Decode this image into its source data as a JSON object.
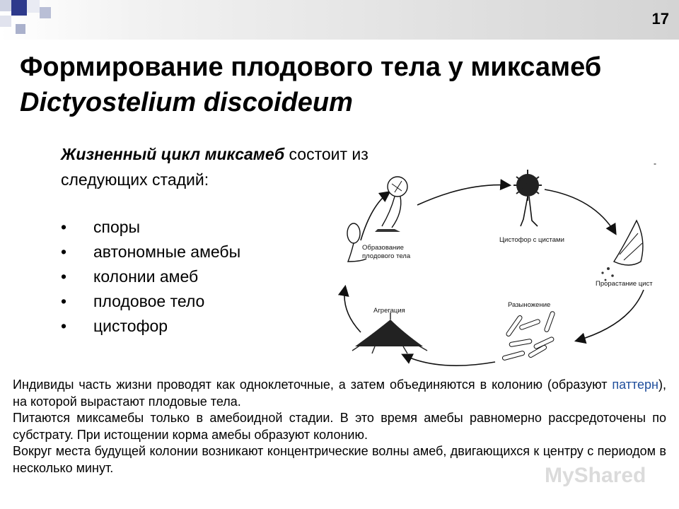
{
  "slide": {
    "page_number": "17",
    "title_plain": "Формирование плодового тела у миксамеб ",
    "title_italic": "Dictyostelium discoideum"
  },
  "intro": {
    "bold_part": "Жизненный цикл миксамеб",
    "rest": " состоит из следующих стадий:"
  },
  "stages": [
    "споры",
    "автономные амебы",
    "колонии амеб",
    "плодовое тело",
    "цистофор"
  ],
  "bullet_glyph": "•",
  "diagram": {
    "labels": {
      "formation_1": "Образование",
      "formation_2": "плодового тела",
      "cystophore": "Цистофор с цистами",
      "germination": "Прорастание цист",
      "reproduction": "Разыножение",
      "aggregation": "Агрегация"
    }
  },
  "description": {
    "p1_before": "Индивиды часть жизни проводят как одноклеточные, а затем объединяются в колонию (образуют ",
    "p1_link": "паттерн",
    "p1_after": "), на которой вырастают плодовые тела.",
    "p2": "Питаются миксамебы только в амебоидной стадии. В это время амебы равномерно рассредоточены по субстрату. При истощении корма амебы образуют колонию.",
    "p3": "Вокруг места будущей колонии возникают концентрические волны амеб, двигающихся к центру с периодом в несколько минут."
  },
  "watermark": "MyShared",
  "misc_mark": "-"
}
